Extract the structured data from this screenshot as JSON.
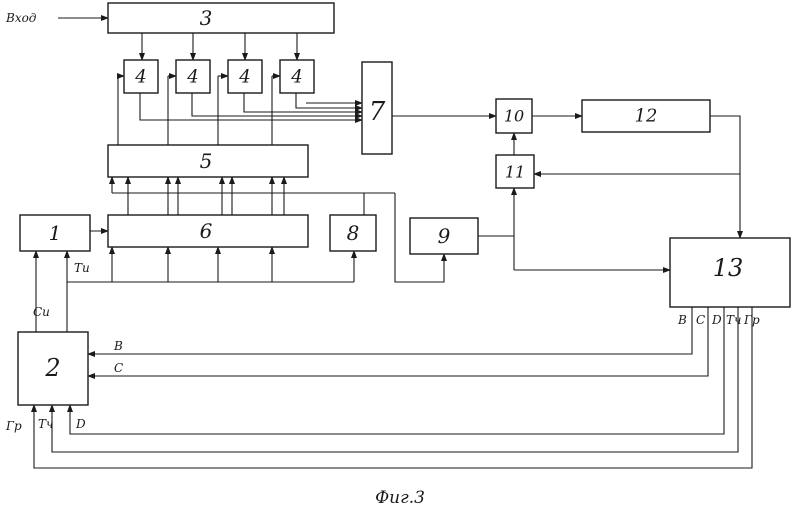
{
  "figure": {
    "caption": "Фиг.3",
    "input_label": "Вход",
    "blocks": {
      "b1": "1",
      "b2": "2",
      "b3": "3",
      "b4": "4",
      "b5": "5",
      "b6": "6",
      "b7": "7",
      "b8": "8",
      "b9": "9",
      "b10": "10",
      "b11": "11",
      "b12": "12",
      "b13": "13"
    },
    "signals": {
      "ci": "Си",
      "ti": "Ти",
      "gr": "Гр",
      "tch": "Тч",
      "v": "В",
      "c": "С",
      "d": "D"
    }
  }
}
